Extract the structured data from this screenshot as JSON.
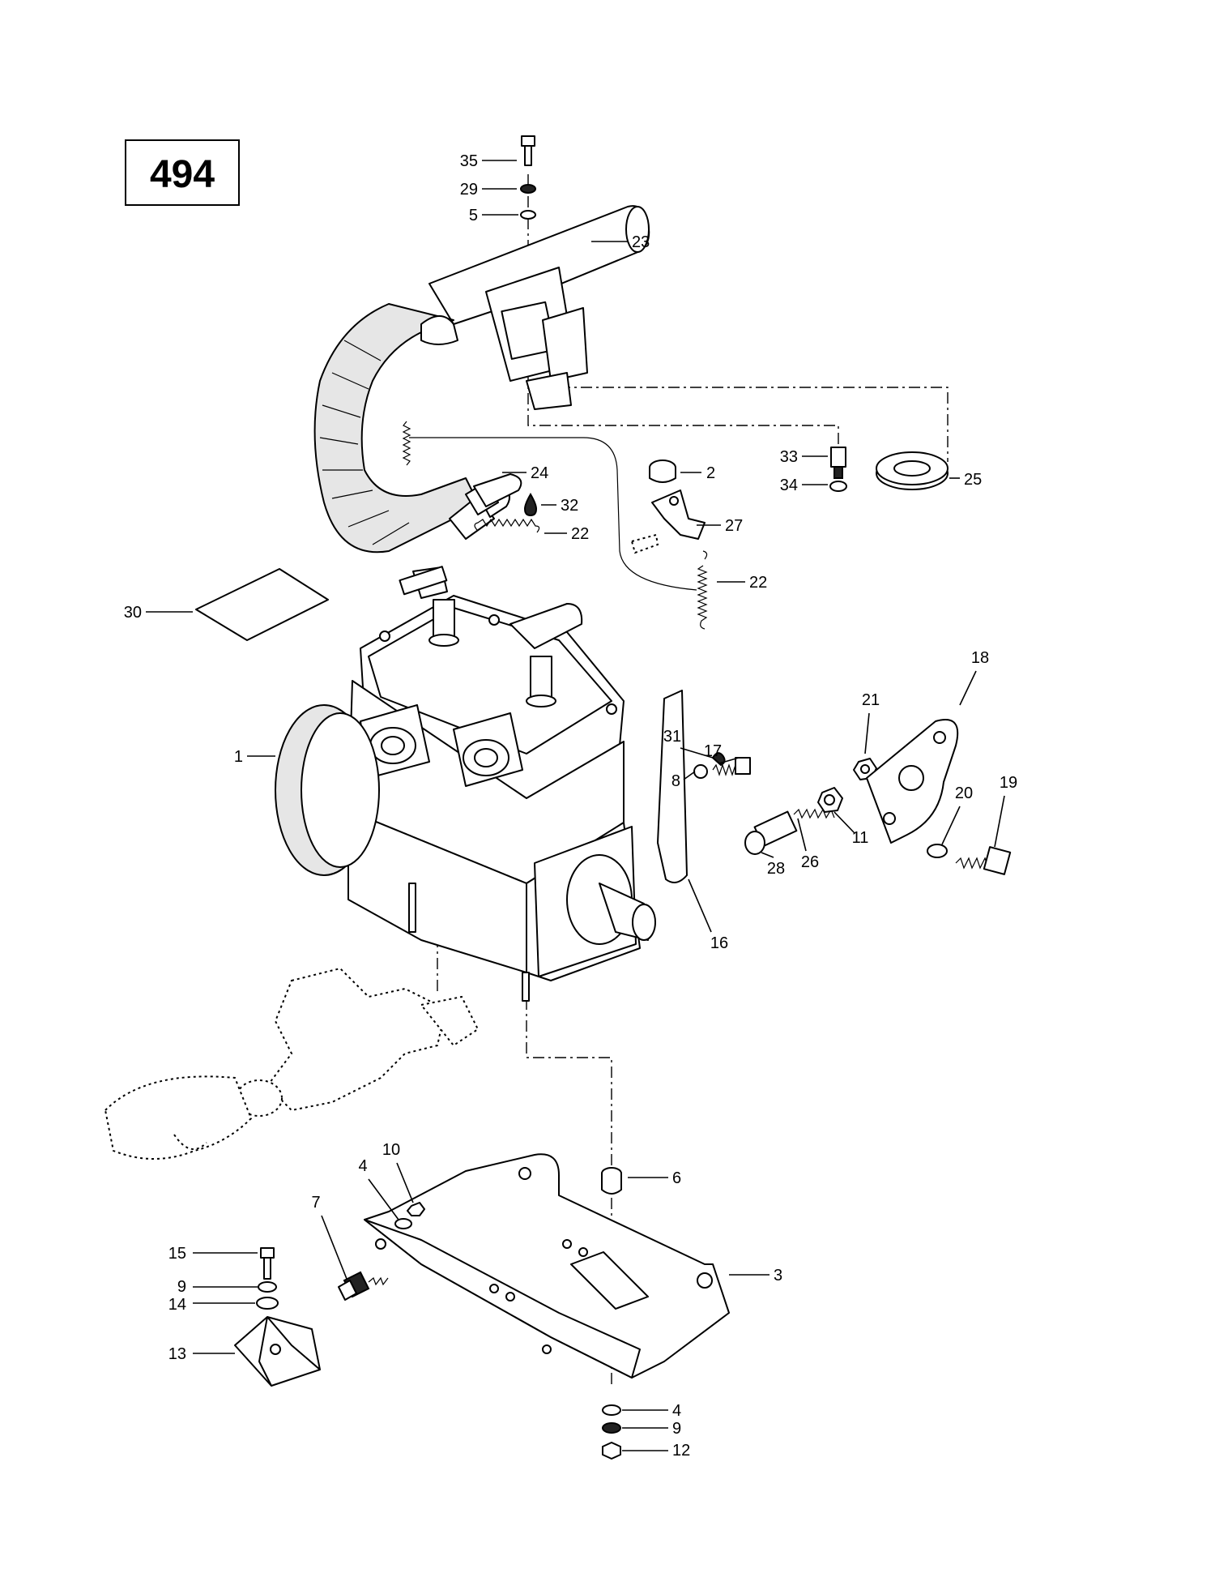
{
  "diagram": {
    "page_number": "494",
    "callouts": [
      {
        "id": "c35",
        "label": "35"
      },
      {
        "id": "c29",
        "label": "29"
      },
      {
        "id": "c5",
        "label": "5"
      },
      {
        "id": "c23",
        "label": "23"
      },
      {
        "id": "c33",
        "label": "33"
      },
      {
        "id": "c34",
        "label": "34"
      },
      {
        "id": "c25",
        "label": "25"
      },
      {
        "id": "c2",
        "label": "2"
      },
      {
        "id": "c24",
        "label": "24"
      },
      {
        "id": "c32",
        "label": "32"
      },
      {
        "id": "c22a",
        "label": "22"
      },
      {
        "id": "c27",
        "label": "27"
      },
      {
        "id": "c22b",
        "label": "22"
      },
      {
        "id": "c30",
        "label": "30"
      },
      {
        "id": "c18",
        "label": "18"
      },
      {
        "id": "c21",
        "label": "21"
      },
      {
        "id": "c31",
        "label": "31"
      },
      {
        "id": "c17",
        "label": "17"
      },
      {
        "id": "c1",
        "label": "1"
      },
      {
        "id": "c8",
        "label": "8"
      },
      {
        "id": "c20",
        "label": "20"
      },
      {
        "id": "c19",
        "label": "19"
      },
      {
        "id": "c11",
        "label": "11"
      },
      {
        "id": "c28",
        "label": "28"
      },
      {
        "id": "c26",
        "label": "26"
      },
      {
        "id": "c16",
        "label": "16"
      },
      {
        "id": "c10",
        "label": "10"
      },
      {
        "id": "c6",
        "label": "6"
      },
      {
        "id": "c4a",
        "label": "4"
      },
      {
        "id": "c7",
        "label": "7"
      },
      {
        "id": "c3",
        "label": "3"
      },
      {
        "id": "c15",
        "label": "15"
      },
      {
        "id": "c9a",
        "label": "9"
      },
      {
        "id": "c14",
        "label": "14"
      },
      {
        "id": "c13",
        "label": "13"
      },
      {
        "id": "c4b",
        "label": "4"
      },
      {
        "id": "c9b",
        "label": "9"
      },
      {
        "id": "c12",
        "label": "12"
      }
    ]
  }
}
